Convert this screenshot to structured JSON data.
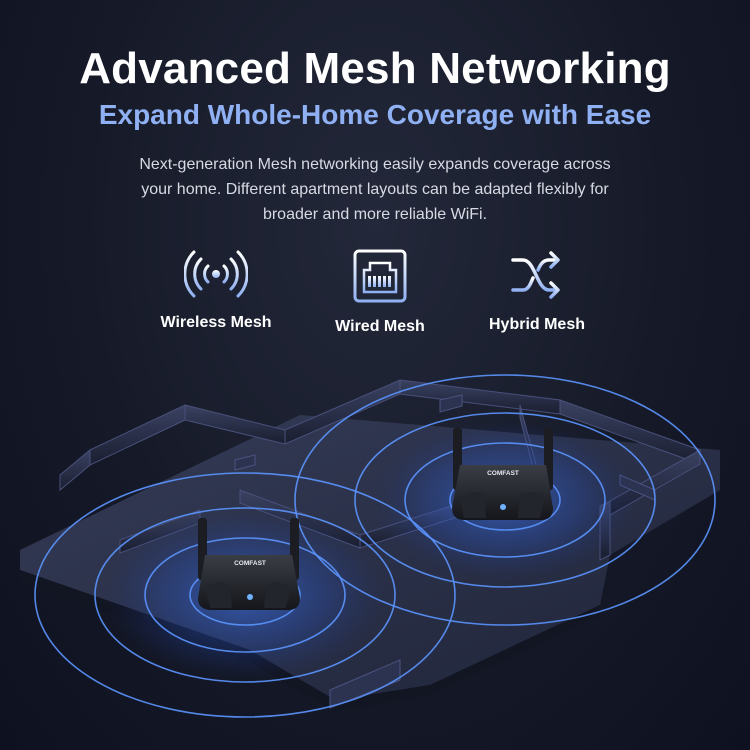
{
  "headline": "Advanced Mesh Networking",
  "subheadline": "Expand Whole-Home Coverage with Ease",
  "description": "Next-generation Mesh networking easily expands coverage across your home. Different apartment layouts can be adapted flexibly for broader and more reliable WiFi.",
  "features": [
    {
      "label": "Wireless Mesh",
      "icon": "wireless-signal-icon"
    },
    {
      "label": "Wired Mesh",
      "icon": "ethernet-port-icon"
    },
    {
      "label": "Hybrid Mesh",
      "icon": "shuffle-arrows-icon"
    }
  ],
  "router_brand": "COMFAST",
  "colors": {
    "background": "#161a28",
    "subheadline": "#8fb0f2",
    "signal_rings": "#4d8cff",
    "floor": "#2a3048"
  }
}
